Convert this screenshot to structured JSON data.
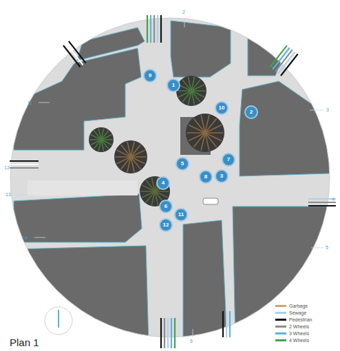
{
  "diagram": {
    "title": "Plan 1",
    "nodes": [
      {
        "text": [
          "9"
        ]
      },
      {
        "text": [
          "1"
        ]
      },
      {
        "text": [
          "10"
        ]
      },
      {
        "text": [
          "2"
        ]
      },
      {
        "text": [
          "5"
        ]
      },
      {
        "text": [
          "7"
        ]
      },
      {
        "text": [
          "8"
        ]
      },
      {
        "text": [
          "3"
        ]
      },
      {
        "text": [
          "4"
        ]
      },
      {
        "text": [
          "6"
        ]
      },
      {
        "text": [
          "11"
        ]
      },
      {
        "text": [
          "12"
        ]
      }
    ],
    "labels": [
      "2",
      "3",
      "4",
      "5",
      "6",
      "14",
      "13",
      "12",
      "11"
    ],
    "legend": [
      {
        "text": "Garbage",
        "color": "#c9a96b"
      },
      {
        "text": "Sewage",
        "color": "#a8d3e8"
      },
      {
        "text": "Pedestrian",
        "color": "#111111"
      },
      {
        "text": "2 Wheels",
        "color": "#8c8c8c"
      },
      {
        "text": "3 Wheels",
        "color": "#5cb3dd"
      },
      {
        "text": "4 Wheels",
        "color": "#3fa34d"
      }
    ]
  }
}
